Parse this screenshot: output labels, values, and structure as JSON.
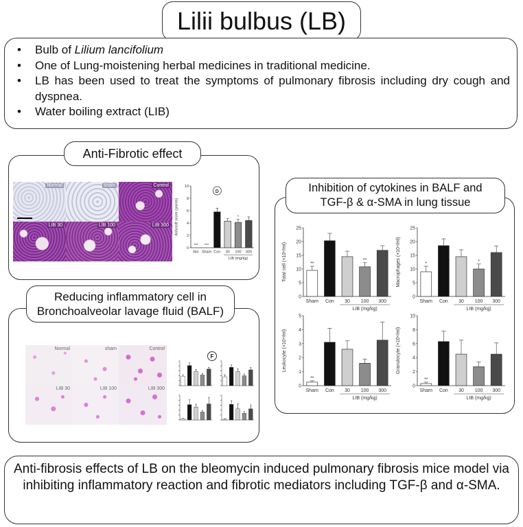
{
  "title": "Lilii bulbus (LB)",
  "bullets": [
    {
      "text": "Bulb of ",
      "italic": "Lilium lancifolium",
      "after": ""
    },
    {
      "text": "One of Lung-moistening herbal medicines in  traditional medicine.",
      "italic": "",
      "after": ""
    },
    {
      "text": "LB has been used to treat the symptoms of pulmonary fibrosis including dry cough and dyspnea.",
      "italic": "",
      "after": ""
    },
    {
      "text": "Water boiling extract (LIB)",
      "italic": "",
      "after": ""
    }
  ],
  "bullet_glyph": "•",
  "panels": {
    "antifibrotic": {
      "title": "Anti-Fibrotic effect",
      "micro_labels": [
        "Normal",
        "sham",
        "Control",
        "LIB 30",
        "LIB 100",
        "LIB 300"
      ],
      "panel_letter": "D"
    },
    "balf": {
      "title_line1": "Reducing inflammatory cell in",
      "title_line2": "Bronchoalveolar lavage fluid (BALF)",
      "micro_labels": [
        "Normal",
        "sham",
        "Control",
        "LIB 30",
        "LIB 100",
        "LIB 300"
      ],
      "panel_letter": "F"
    },
    "cytokine": {
      "title_line1": "Inhibition of cytokines in BALF and",
      "title_line2": "TGF-β & α-SMA in lung tissue"
    }
  },
  "conclusion": "Anti-fibrosis effects of LB on the bleomycin induced pulmonary fibrosis mice model via inhibiting inflammatory reaction and fibrotic mediators including TGF-β and α-SMA.",
  "colors": {
    "sham": "#ffffff",
    "con": "#111111",
    "lib30": "#cfcfcf",
    "lib100": "#8c8c8c",
    "lib300": "#4a4a4a",
    "stain_purple": "#8a3b9e",
    "balf_pink": "#d77ad0"
  },
  "chart_data": [
    {
      "type": "bar",
      "id": "ashcroft",
      "categories": [
        "Nor",
        "Sham",
        "Con",
        "30",
        "100",
        "300"
      ],
      "values": [
        0,
        0,
        5.8,
        4.3,
        4.1,
        4.4
      ],
      "errors": [
        0,
        0,
        0.6,
        0.4,
        0.5,
        0.6
      ],
      "marks": [
        "***",
        "***",
        "",
        "",
        "*",
        ""
      ],
      "ylabel": "Ashcroft score (points)",
      "xlabel": "LIB (mg/kg)",
      "ylim": [
        0,
        10
      ],
      "yticks": [
        0,
        2,
        4,
        6,
        8,
        10
      ]
    },
    {
      "type": "bar",
      "id": "total-cell",
      "categories": [
        "Sham",
        "Con",
        "30",
        "100",
        "300"
      ],
      "values": [
        9.5,
        20.3,
        14.5,
        10.8,
        16.8
      ],
      "errors": [
        1.5,
        2.7,
        2.0,
        1.5,
        1.7
      ],
      "marks": [
        "**",
        "",
        "",
        "**",
        ""
      ],
      "ylabel": "Total cell (×10⁴/ml)",
      "xlabel": "LIB (mg/kg)",
      "ylim": [
        0,
        25
      ],
      "yticks": [
        0,
        5,
        10,
        15,
        20,
        25
      ]
    },
    {
      "type": "bar",
      "id": "macrophages",
      "categories": [
        "Sham",
        "Con",
        "30",
        "100",
        "300"
      ],
      "values": [
        9,
        18.5,
        14.5,
        10,
        16
      ],
      "errors": [
        2,
        2.5,
        2.5,
        1.8,
        2.3
      ],
      "marks": [
        "*",
        "",
        "",
        "*",
        ""
      ],
      "ylabel": "Macrophages (×10⁴/ml)",
      "xlabel": "LIB (mg/kg)",
      "ylim": [
        0,
        25
      ],
      "yticks": [
        0,
        5,
        10,
        15,
        20,
        25
      ]
    },
    {
      "type": "bar",
      "id": "leukocyte",
      "categories": [
        "Sham",
        "Con",
        "30",
        "100",
        "300"
      ],
      "values": [
        0.25,
        3.1,
        2.6,
        1.6,
        3.25
      ],
      "errors": [
        0.1,
        1.0,
        0.6,
        0.3,
        1.3
      ],
      "marks": [
        "**",
        "",
        "",
        "",
        ""
      ],
      "ylabel": "Leukocyte (×10⁴/ml)",
      "xlabel": "LIB (mg/kg)",
      "ylim": [
        0,
        5
      ],
      "yticks": [
        0,
        1,
        2,
        3,
        4,
        5
      ]
    },
    {
      "type": "bar",
      "id": "granulocyte",
      "categories": [
        "Sham",
        "Con",
        "30",
        "100",
        "300"
      ],
      "values": [
        0.3,
        6.3,
        4.5,
        2.7,
        4.5
      ],
      "errors": [
        0.2,
        1.5,
        2.0,
        0.7,
        1.6
      ],
      "marks": [
        "**",
        "",
        "",
        "",
        ""
      ],
      "ylabel": "Granulocyte (×10⁴/ml)",
      "xlabel": "LIB (mg/kg)",
      "ylim": [
        0,
        10
      ],
      "yticks": [
        0,
        2,
        4,
        6,
        8,
        10
      ]
    }
  ]
}
